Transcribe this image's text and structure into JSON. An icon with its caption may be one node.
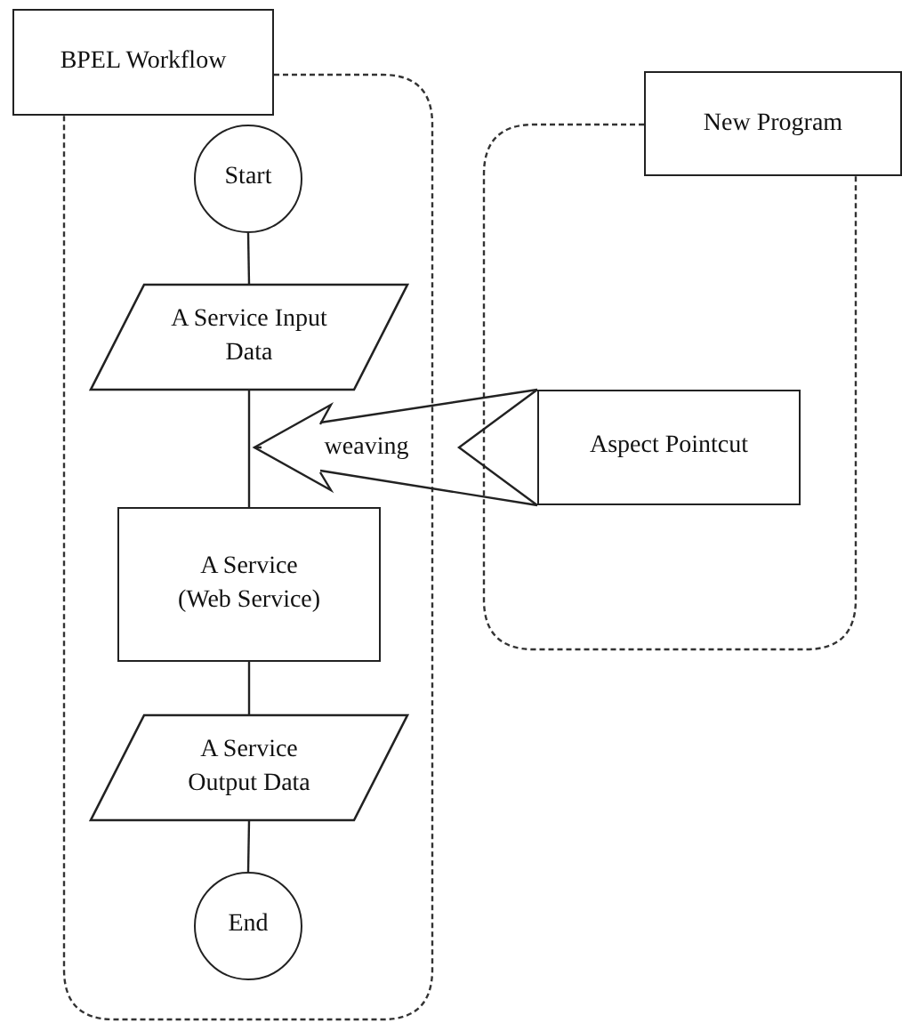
{
  "diagram": {
    "nodes": [
      {
        "text": [
          "BPEL Workflow"
        ]
      },
      {
        "text": [
          "Start"
        ],
        "in": 0
      },
      {
        "text": [
          "A Service Input Data"
        ],
        "in": 0
      },
      {
        "text": [
          "A Service (Web Service)"
        ],
        "in": 0
      },
      {
        "text": [
          "A Service Output Data"
        ],
        "in": 0
      },
      {
        "text": [
          "End"
        ],
        "in": 0
      },
      {
        "text": [
          "New Program"
        ]
      },
      {
        "text": [
          "Aspect Pointcut"
        ],
        "in": 6
      }
    ],
    "edges": [
      {
        "from": 1,
        "to": 2,
        "arrow": "none"
      },
      {
        "from": 2,
        "to": 3,
        "arrow": "none"
      },
      {
        "from": 3,
        "to": 4,
        "arrow": "none"
      },
      {
        "from": 4,
        "to": 5,
        "arrow": "none"
      },
      {
        "from": 7,
        "to": null,
        "arrow": "to",
        "label": "weaving"
      }
    ]
  }
}
